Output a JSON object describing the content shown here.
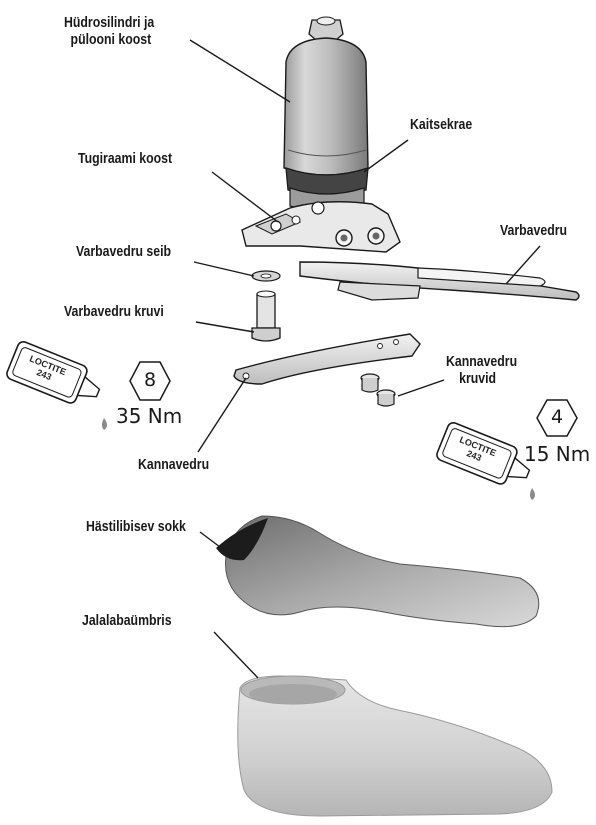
{
  "labels": {
    "cylinder": [
      "Hüdrosilindri ja",
      "pülooni koost"
    ],
    "shield": "Kaitsekrae",
    "frame": "Tugiraami koost",
    "toe_spring": "Varbavedru",
    "toe_washer": "Varbavedru seib",
    "toe_screw": "Varbavedru kruvi",
    "heel_screws": [
      "Kannavedru",
      "kruvid"
    ],
    "heel_spring": "Kannavedru",
    "sock": "Hästilibisev sokk",
    "foot_shell": "Jalalabaümbris"
  },
  "toe_screw_spec": {
    "hex_size": "8",
    "torque": "35 Nm",
    "adhesive": [
      "LOCTITE",
      "243"
    ]
  },
  "heel_screw_spec": {
    "hex_size": "4",
    "torque": "15 Nm",
    "adhesive": [
      "LOCTITE",
      "243"
    ]
  },
  "colors": {
    "line": "#1a1a1a",
    "drop": "#8a8a8a",
    "sock": "#8f8f8f",
    "shell": "#d4d4d4"
  }
}
